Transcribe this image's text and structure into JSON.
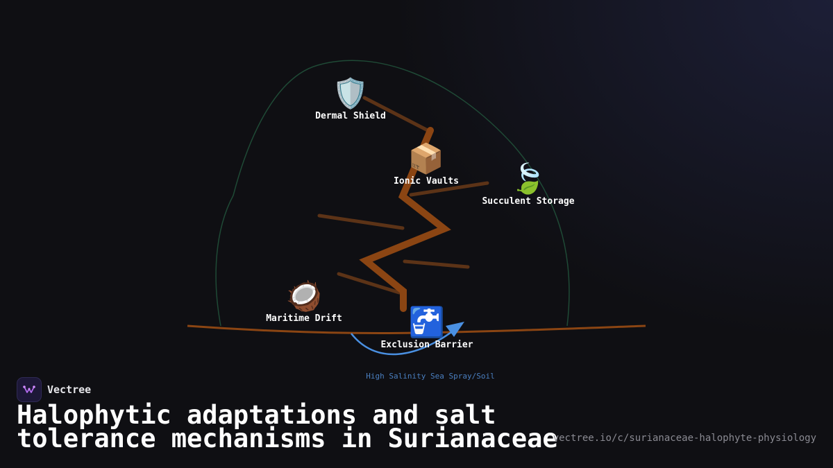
{
  "brand": {
    "name": "Vectree"
  },
  "title": "Halophytic adaptations and salt tolerance mechanisms in Surianaceae",
  "url": "vectree.io/c/surianaceae-halophyte-physiology",
  "footnote": "High Salinity Sea Spray/Soil",
  "nodes": [
    {
      "id": "dermal-shield",
      "label": "Dermal Shield",
      "icon": "shield-icon",
      "glyph": "🛡️"
    },
    {
      "id": "ionic-vaults",
      "label": "Ionic Vaults",
      "icon": "package-icon",
      "glyph": "📦"
    },
    {
      "id": "succulent-storage",
      "label": "Succulent Storage",
      "icon": "leaf-icon",
      "glyph": "🍃"
    },
    {
      "id": "maritime-drift",
      "label": "Maritime Drift",
      "icon": "coconut-icon",
      "glyph": "🥥"
    },
    {
      "id": "exclusion-barrier",
      "label": "Exclusion Barrier",
      "icon": "faucet-icon",
      "glyph": "🚰"
    }
  ],
  "colors": {
    "background": "#0f0f13",
    "trunk": "#8b4513",
    "branch": "#5c3317",
    "canopy_outline": "#1f4a36",
    "ground": "#8b4513",
    "arrow": "#4a90e2",
    "footnote": "#4a7fc0"
  }
}
